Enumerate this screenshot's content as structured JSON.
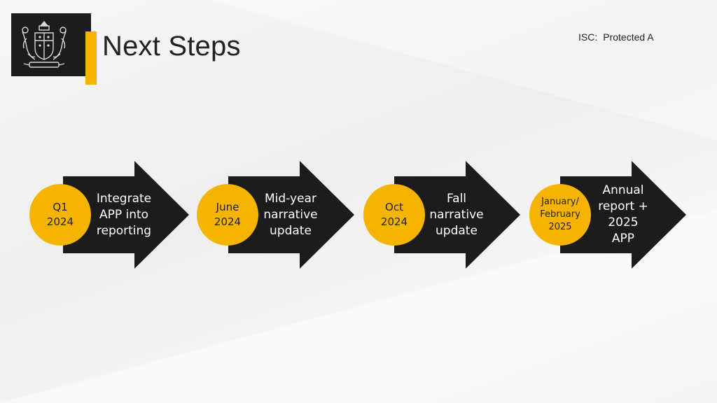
{
  "header": {
    "title": "Next Steps",
    "classification_org": "ISC:",
    "classification_level": "Protected  A"
  },
  "colors": {
    "accent": "#f4b400",
    "arrow": "#1c1c1c",
    "logo_background": "#1c1c1c"
  },
  "logo": {
    "icon": "coat-of-arms-icon"
  },
  "steps": [
    {
      "date": "Q1\n2024",
      "label": "Integrate\nAPP into\nreporting"
    },
    {
      "date": "June\n2024",
      "label": "Mid-year\nnarrative\nupdate"
    },
    {
      "date": "Oct\n2024",
      "label": "Fall\nnarrative\nupdate"
    },
    {
      "date": "January/\nFebruary\n2025",
      "label": "Annual\nreport +\n2025\nAPP"
    }
  ]
}
